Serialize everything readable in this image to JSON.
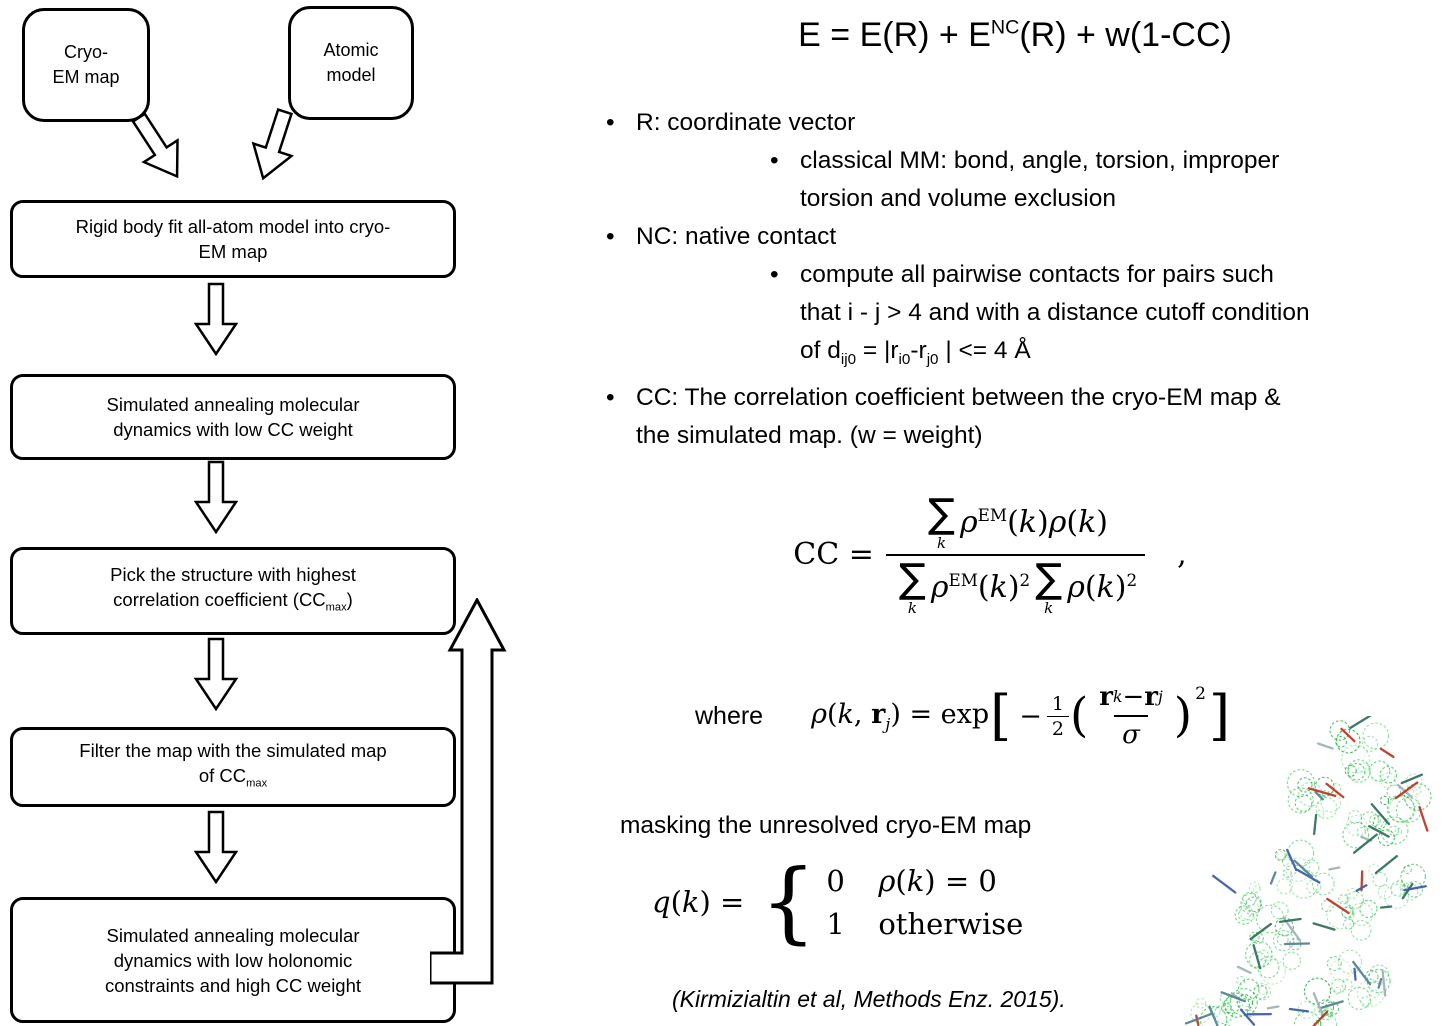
{
  "bullet_char": "•",
  "flowchart": {
    "cryo_box": {
      "lines": [
        [
          {
            "t": "t",
            "v": "Cryo-"
          }
        ],
        [
          {
            "t": "t",
            "v": "EM map"
          }
        ]
      ]
    },
    "atomic_box": {
      "lines": [
        [
          {
            "t": "t",
            "v": "Atomic"
          }
        ],
        [
          {
            "t": "t",
            "v": "model"
          }
        ]
      ]
    },
    "steps": [
      {
        "lines": [
          [
            {
              "t": "t",
              "v": "Rigid body fit all-atom model into cryo-"
            }
          ],
          [
            {
              "t": "t",
              "v": "EM map"
            }
          ]
        ]
      },
      {
        "lines": [
          [
            {
              "t": "t",
              "v": "Simulated annealing molecular"
            }
          ],
          [
            {
              "t": "t",
              "v": "dynamics with low CC weight"
            }
          ]
        ]
      },
      {
        "lines": [
          [
            {
              "t": "t",
              "v": "Pick the structure with highest"
            }
          ],
          [
            {
              "t": "t",
              "v": "correlation coefficient (CC"
            },
            {
              "t": "sub",
              "v": "max"
            },
            {
              "t": "t",
              "v": ")"
            }
          ]
        ]
      },
      {
        "lines": [
          [
            {
              "t": "t",
              "v": "Filter the map with the simulated map"
            }
          ],
          [
            {
              "t": "t",
              "v": "of CC"
            },
            {
              "t": "sub",
              "v": "max"
            }
          ]
        ]
      },
      {
        "lines": [
          [
            {
              "t": "t",
              "v": "Simulated annealing molecular"
            }
          ],
          [
            {
              "t": "t",
              "v": "dynamics with low holonomic"
            }
          ],
          [
            {
              "t": "t",
              "v": "constraints and high CC weight"
            }
          ]
        ]
      }
    ]
  },
  "energy_equation": {
    "tokens": [
      {
        "t": "t",
        "v": "E = E(R) + E"
      },
      {
        "t": "sup",
        "v": "NC"
      },
      {
        "t": "t",
        "v": "(R) + w(1-CC)"
      }
    ]
  },
  "bullets": [
    {
      "level": 1,
      "lines": [
        [
          {
            "t": "t",
            "v": "R: coordinate vector"
          }
        ]
      ]
    },
    {
      "level": 2,
      "lines": [
        [
          {
            "t": "t",
            "v": "classical MM: bond, angle, torsion, improper"
          }
        ],
        [
          {
            "t": "t",
            "v": "torsion and volume exclusion"
          }
        ]
      ]
    },
    {
      "level": 1,
      "lines": [
        [
          {
            "t": "t",
            "v": "NC: native contact"
          }
        ]
      ]
    },
    {
      "level": 2,
      "lines": [
        [
          {
            "t": "t",
            "v": "compute all pairwise contacts for pairs such"
          }
        ],
        [
          {
            "t": "t",
            "v": "that i - j > 4 and with a distance cutoff condition"
          }
        ],
        [
          {
            "t": "t",
            "v": "of d"
          },
          {
            "t": "sub",
            "v": "ij0"
          },
          {
            "t": "t",
            "v": " = |r"
          },
          {
            "t": "sub",
            "v": "i0"
          },
          {
            "t": "t",
            "v": "-r"
          },
          {
            "t": "sub",
            "v": "j0"
          },
          {
            "t": "t",
            "v": " | <= 4 Å"
          }
        ]
      ]
    },
    {
      "level": 1,
      "lines": [
        [
          {
            "t": "t",
            "v": "CC: The correlation coefficient between the cryo-EM map &"
          }
        ],
        [
          {
            "t": "t",
            "v": "the simulated map. (w = weight)"
          }
        ]
      ]
    }
  ],
  "cc_equation": {
    "lhs": "CC =",
    "sigma": "∑",
    "index": "k",
    "num_tokens": [
      {
        "t": "i",
        "v": "ρ"
      },
      {
        "t": "sup",
        "v": "EM"
      },
      {
        "t": "t",
        "v": "("
      },
      {
        "t": "i",
        "v": "k"
      },
      {
        "t": "t",
        "v": ")"
      },
      {
        "t": "i",
        "v": "ρ"
      },
      {
        "t": "t",
        "v": "("
      },
      {
        "t": "i",
        "v": "k"
      },
      {
        "t": "t",
        "v": ")"
      }
    ],
    "den1_tokens": [
      {
        "t": "i",
        "v": "ρ"
      },
      {
        "t": "sup",
        "v": "EM"
      },
      {
        "t": "t",
        "v": "("
      },
      {
        "t": "i",
        "v": "k"
      },
      {
        "t": "t",
        "v": ")"
      },
      {
        "t": "sup",
        "v": "2"
      }
    ],
    "den2_tokens": [
      {
        "t": "i",
        "v": "ρ"
      },
      {
        "t": "t",
        "v": "("
      },
      {
        "t": "i",
        "v": "k"
      },
      {
        "t": "t",
        "v": ")"
      },
      {
        "t": "sup",
        "v": "2"
      }
    ],
    "comma": ","
  },
  "where_label": "where",
  "rho_equation": {
    "lhs_tokens": [
      {
        "t": "i",
        "v": "ρ"
      },
      {
        "t": "t",
        "v": "("
      },
      {
        "t": "i",
        "v": "k"
      },
      {
        "t": "t",
        "v": ", "
      },
      {
        "t": "b",
        "v": "r"
      },
      {
        "t": "sub",
        "v": "j"
      },
      {
        "t": "t",
        "v": ") = exp"
      }
    ],
    "lbracket": "[",
    "minus": "−",
    "half_num": "1",
    "half_den": "2",
    "lparen": "(",
    "inner_num_tokens": [
      {
        "t": "b",
        "v": "r"
      },
      {
        "t": "sub",
        "v": "k"
      },
      {
        "t": "t",
        "v": " − "
      },
      {
        "t": "b",
        "v": "r"
      },
      {
        "t": "sub",
        "v": "j"
      }
    ],
    "inner_den": "σ",
    "rparen": ")",
    "power": "2",
    "rbracket": "]"
  },
  "masking_label": "masking the unresolved cryo-EM map",
  "q_equation": {
    "lhs_tokens": [
      {
        "t": "i",
        "v": "q"
      },
      {
        "t": "t",
        "v": "("
      },
      {
        "t": "i",
        "v": "k"
      },
      {
        "t": "t",
        "v": ") ="
      }
    ],
    "brace": "{",
    "rows": [
      {
        "value": "0",
        "cond_tokens": [
          {
            "t": "i",
            "v": "ρ"
          },
          {
            "t": "t",
            "v": "("
          },
          {
            "t": "i",
            "v": "k"
          },
          {
            "t": "t",
            "v": ") = 0"
          }
        ]
      },
      {
        "value": "1",
        "cond_tokens": [
          {
            "t": "t",
            "v": "otherwise"
          }
        ]
      }
    ]
  },
  "citation": "(Kirmizialtin et al, Methods Enz. 2015).",
  "molecule": {
    "greens": [
      "#27c24a",
      "#18a838",
      "#45d45f"
    ],
    "sticks": [
      "#55808f",
      "#9fb0b5",
      "#bc3220",
      "#3b5ba5",
      "#2f6d5a"
    ]
  }
}
